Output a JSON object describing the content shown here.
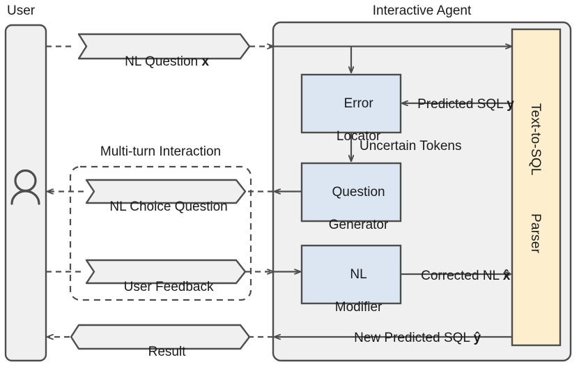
{
  "figure": {
    "type": "system-architecture-diagram",
    "title_user": "User",
    "title_agent": "Interactive Agent"
  },
  "colors": {
    "stroke": "#4d4d4d",
    "box_gray_fill": "#f0f0f0",
    "box_blue_fill": "#dce6f2",
    "box_yellow_fill": "#fdeece",
    "text": "#1a1a1a",
    "background": "#ffffff"
  },
  "lanes": {
    "user": {
      "label": "User"
    },
    "agent": {
      "label": "Interactive Agent"
    }
  },
  "group": {
    "multi_turn": {
      "label": "Multi-turn Interaction"
    }
  },
  "modules": [
    {
      "id": "error-locator",
      "line1": "Error",
      "line2": "Locator"
    },
    {
      "id": "question-generator",
      "line1": "Question",
      "line2": "Generator"
    },
    {
      "id": "nl-modifier",
      "line1": "NL",
      "line2": "Modifier"
    }
  ],
  "parser": {
    "line1": "Text-to-SQL",
    "line2": "Parser"
  },
  "messages": [
    {
      "id": "nl-question",
      "text": "NL Question ",
      "symbol": "x"
    },
    {
      "id": "nl-choice-question",
      "text": "NL Choice Question",
      "symbol": ""
    },
    {
      "id": "user-feedback",
      "text": "User Feedback",
      "symbol": ""
    },
    {
      "id": "result",
      "text": "Result",
      "symbol": ""
    }
  ],
  "edge_labels": [
    {
      "id": "predicted-sql",
      "text": "Predicted SQL ",
      "symbol": "y"
    },
    {
      "id": "uncertain-tokens",
      "text": "Uncertain Tokens",
      "symbol": ""
    },
    {
      "id": "corrected-nl",
      "text": "Corrected NL ",
      "symbol": "x̂"
    },
    {
      "id": "new-predicted-sql",
      "text": "New Predicted SQL ",
      "symbol": "ŷ"
    }
  ],
  "icons": {
    "user_avatar": "person-icon"
  }
}
